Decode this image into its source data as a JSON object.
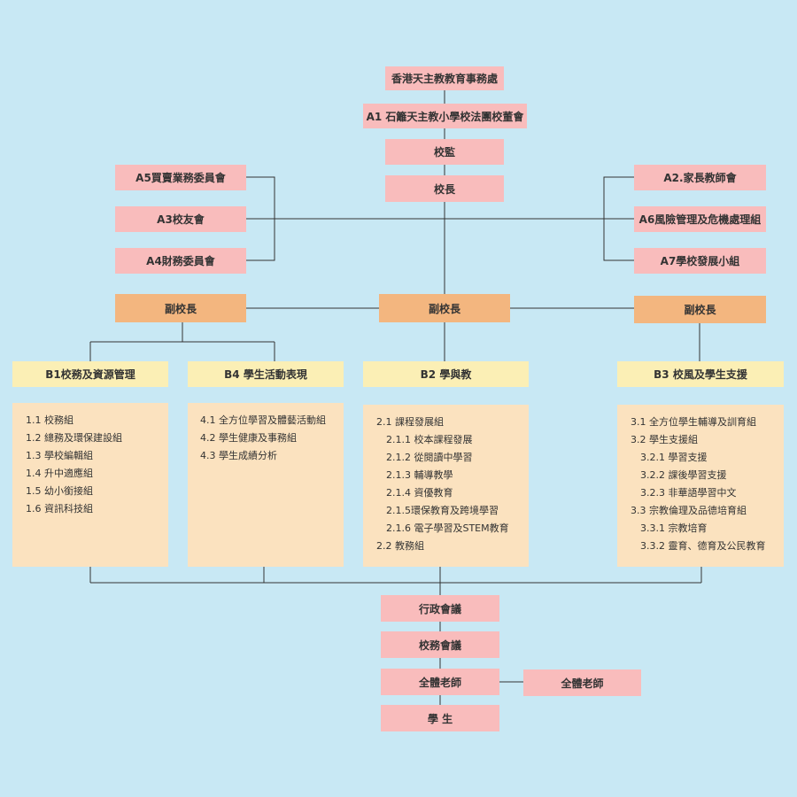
{
  "top": {
    "office": "香港天主教教育事務處",
    "board": "A1 石籬天主教小學校法團校董會",
    "supervisor": "校監",
    "principal": "校長"
  },
  "left_committees": [
    "A5買賣業務委員會",
    "A3校友會",
    "A4財務委員會"
  ],
  "right_committees": [
    "A2.家長教師會",
    "A6風險管理及危機處理組",
    "A7學校發展小組"
  ],
  "vice_principals": [
    "副校長",
    "副校長",
    "副校長"
  ],
  "groups": [
    {
      "title": "B1校務及資源管理",
      "items": [
        {
          "text": "1.1 校務組",
          "level": 0
        },
        {
          "text": "1.2 總務及環保建設組",
          "level": 0
        },
        {
          "text": "1.3 學校編輯組",
          "level": 0
        },
        {
          "text": "1.4 升中適應組",
          "level": 0
        },
        {
          "text": "1.5 幼小銜接組",
          "level": 0
        },
        {
          "text": "1.6 資訊科技組",
          "level": 0
        }
      ]
    },
    {
      "title": "B4 學生活動表現",
      "items": [
        {
          "text": "4.1 全方位學習及體藝活動組",
          "level": 0
        },
        {
          "text": "4.2 學生健康及事務組",
          "level": 0
        },
        {
          "text": "4.3 學生成績分析",
          "level": 0
        }
      ]
    },
    {
      "title": "B2 學與教",
      "items": [
        {
          "text": "2.1 課程發展組",
          "level": 0
        },
        {
          "text": "2.1.1 校本課程發展",
          "level": 1
        },
        {
          "text": "2.1.2 從閱讀中學習",
          "level": 1
        },
        {
          "text": "2.1.3 輔導教學",
          "level": 1
        },
        {
          "text": "2.1.4 資優教育",
          "level": 1
        },
        {
          "text": "2.1.5環保教育及跨境學習",
          "level": 1
        },
        {
          "text": "2.1.6 電子學習及STEM教育",
          "level": 1
        },
        {
          "text": "2.2 教務組",
          "level": 0
        }
      ]
    },
    {
      "title": "B3 校風及學生支援",
      "items": [
        {
          "text": "3.1 全方位學生輔導及訓育組",
          "level": 0
        },
        {
          "text": "3.2 學生支援組",
          "level": 0
        },
        {
          "text": "3.2.1 學習支援",
          "level": 1
        },
        {
          "text": "3.2.2 課後學習支援",
          "level": 1
        },
        {
          "text": "3.2.3 非華語學習中文",
          "level": 1
        },
        {
          "text": "3.3 宗教倫理及品德培育組",
          "level": 0
        },
        {
          "text": "3.3.1 宗教培育",
          "level": 1
        },
        {
          "text": "3.3.2 靈育、德育及公民教育",
          "level": 1
        }
      ]
    }
  ],
  "bottom": {
    "admin_meeting": "行政會議",
    "school_meeting": "校務會議",
    "all_teachers": "全體老師",
    "all_teachers_side": "全體老師",
    "students": "學 生"
  },
  "colors": {
    "background": "#c8e8f4",
    "pink": "#f9bcbc",
    "orange": "#f3b67f",
    "yellow": "#fbefb5",
    "panel": "#fbe2bf",
    "line": "#333333"
  }
}
